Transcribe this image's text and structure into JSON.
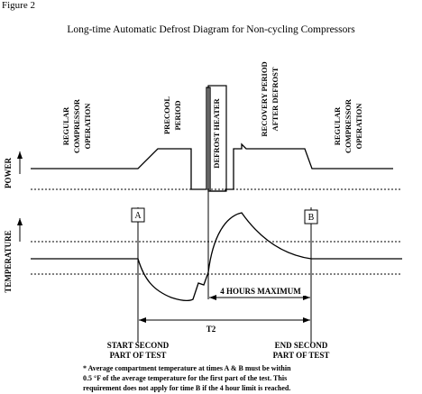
{
  "figure_label": "Figure 2",
  "title": "Long-time Automatic Defrost Diagram for Non-cycling Compressors",
  "axis_labels": {
    "power": "POWER",
    "temperature": "TEMPERATURE"
  },
  "phases": {
    "regular_left": [
      "REGULAR",
      "COMPRESSOR",
      "OPERATION"
    ],
    "precool": [
      "PRECOOL",
      "PERIOD"
    ],
    "defrost_heater": "DEFROST HEATER",
    "recovery": [
      "RECOVERY PERIOD",
      "AFTER DEFROST"
    ],
    "regular_right": [
      "REGULAR",
      "COMPRESSOR",
      "OPERATION"
    ]
  },
  "markers": {
    "a": "A",
    "b": "B"
  },
  "spans": {
    "four_hours": "4 HOURS MAXIMUM",
    "t2": "T2"
  },
  "bottom_labels": {
    "start": [
      "START SECOND",
      "PART OF TEST"
    ],
    "end": [
      "END SECOND",
      "PART OF TEST"
    ]
  },
  "footnote": [
    "* Average compartment temperature at times A & B must be within",
    "0.5 °F  of  the average temperature for the first part of the test.  This",
    "requirement does not apply for time B if the 4 hour limit is reached."
  ]
}
